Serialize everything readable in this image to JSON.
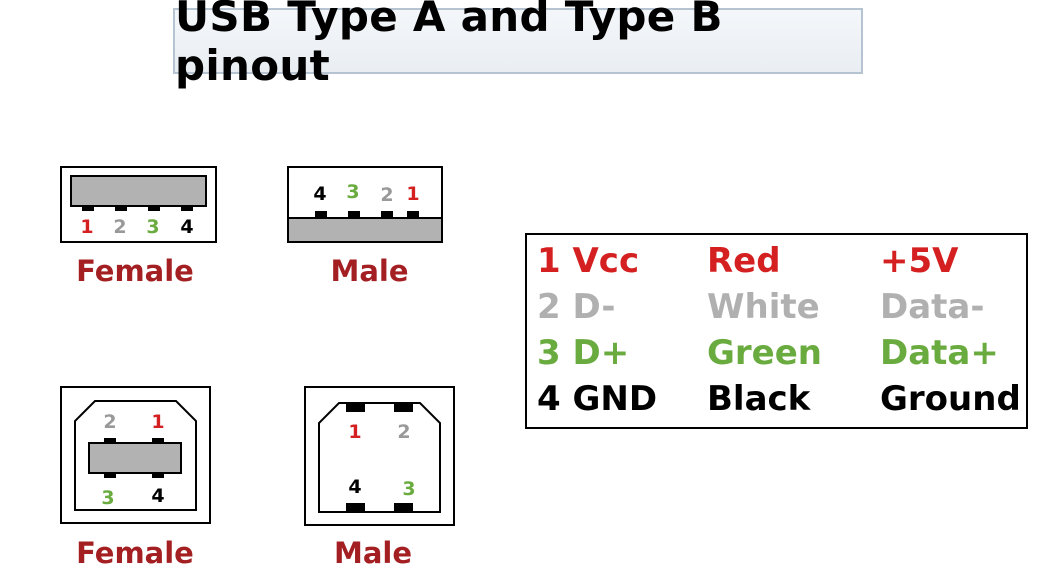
{
  "title": "USB Type A and Type B pinout",
  "colors": {
    "red": "#d42020",
    "white": "#b0b0b0",
    "green": "#6aab3f",
    "black": "#000000",
    "label": "#a41f22",
    "body_gray": "#b2b2b2"
  },
  "connectors": {
    "type_a_female": {
      "label": "Female",
      "pins": [
        "1",
        "2",
        "3",
        "4"
      ]
    },
    "type_a_male": {
      "label": "Male",
      "pins": [
        "4",
        "3",
        "2",
        "1"
      ]
    },
    "type_b_female": {
      "label": "Female",
      "top_pins": [
        "2",
        "1"
      ],
      "bottom_pins": [
        "3",
        "4"
      ]
    },
    "type_b_male": {
      "label": "Male",
      "top_pins": [
        "1",
        "2"
      ],
      "bottom_pins": [
        "4",
        "3"
      ]
    }
  },
  "pinout_table": [
    {
      "pin": "1 Vcc",
      "wire": "Red",
      "signal": "+5V",
      "color": "#d42020"
    },
    {
      "pin": "2 D-",
      "wire": "White",
      "signal": "Data-",
      "color": "#b0b0b0"
    },
    {
      "pin": "3 D+",
      "wire": "Green",
      "signal": "Data+",
      "color": "#6aab3f"
    },
    {
      "pin": "4 GND",
      "wire": "Black",
      "signal": "Ground",
      "color": "#000000"
    }
  ]
}
